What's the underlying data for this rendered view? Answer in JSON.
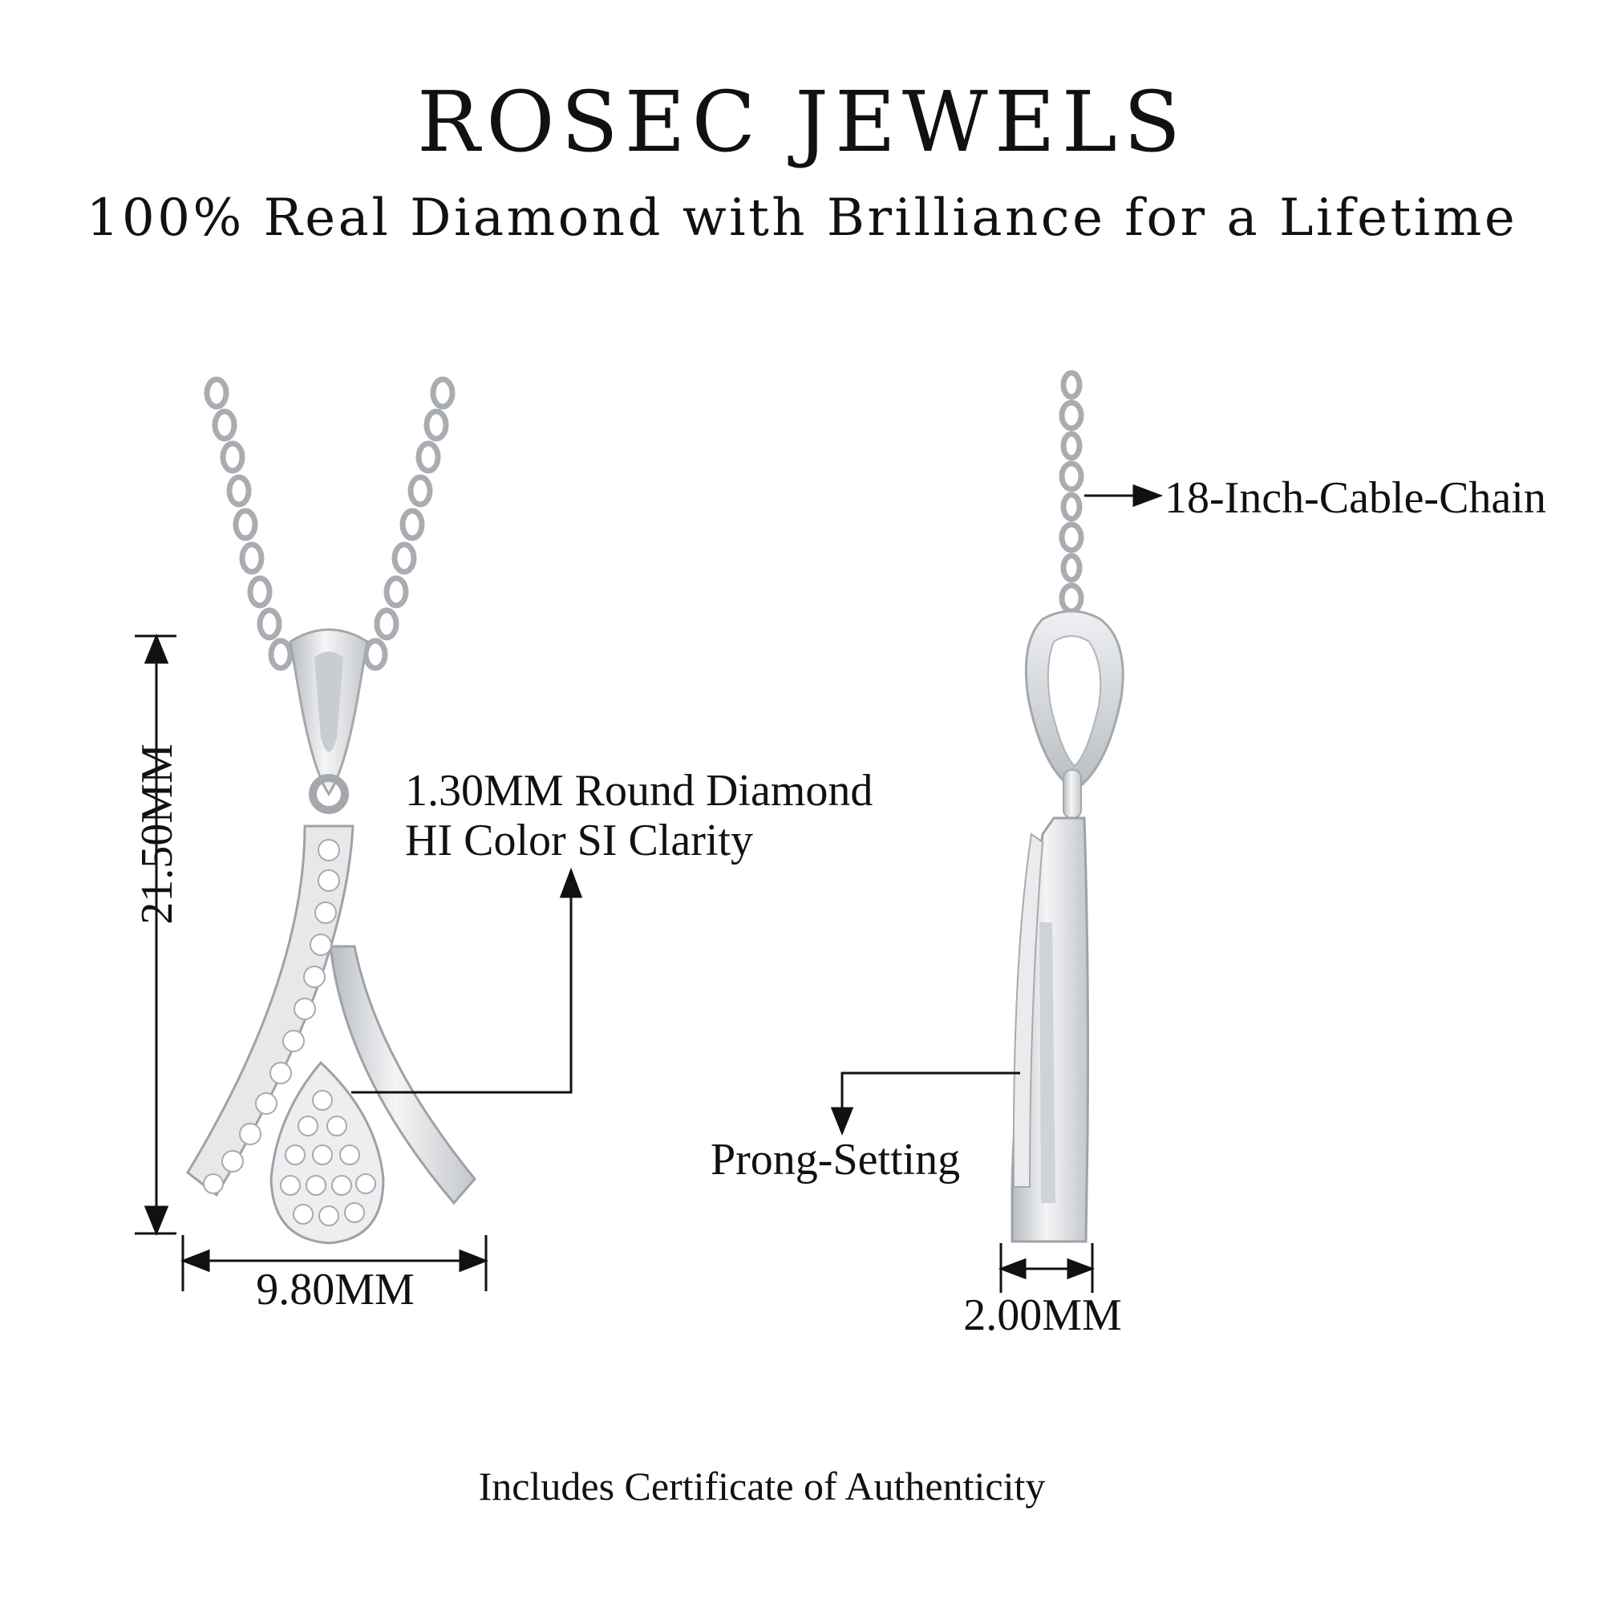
{
  "header": {
    "brand": "ROSEC JEWELS",
    "tagline": "100% Real Diamond with Brilliance for a Lifetime"
  },
  "front_view": {
    "height_label": "21.50MM",
    "width_label": "9.80MM",
    "diamond_line1": "1.30MM Round Diamond",
    "diamond_line2": "HI Color SI Clarity"
  },
  "side_view": {
    "chain_label": "18-Inch-Cable-Chain",
    "setting_label": "Prong-Setting",
    "depth_label": "2.00MM"
  },
  "footer": {
    "certificate": "Includes Certificate of Authenticity"
  },
  "colors": {
    "text": "#111111",
    "metal": "#d9dbde",
    "metal_dark": "#9ea2a7",
    "metal_light": "#f5f6f7"
  }
}
